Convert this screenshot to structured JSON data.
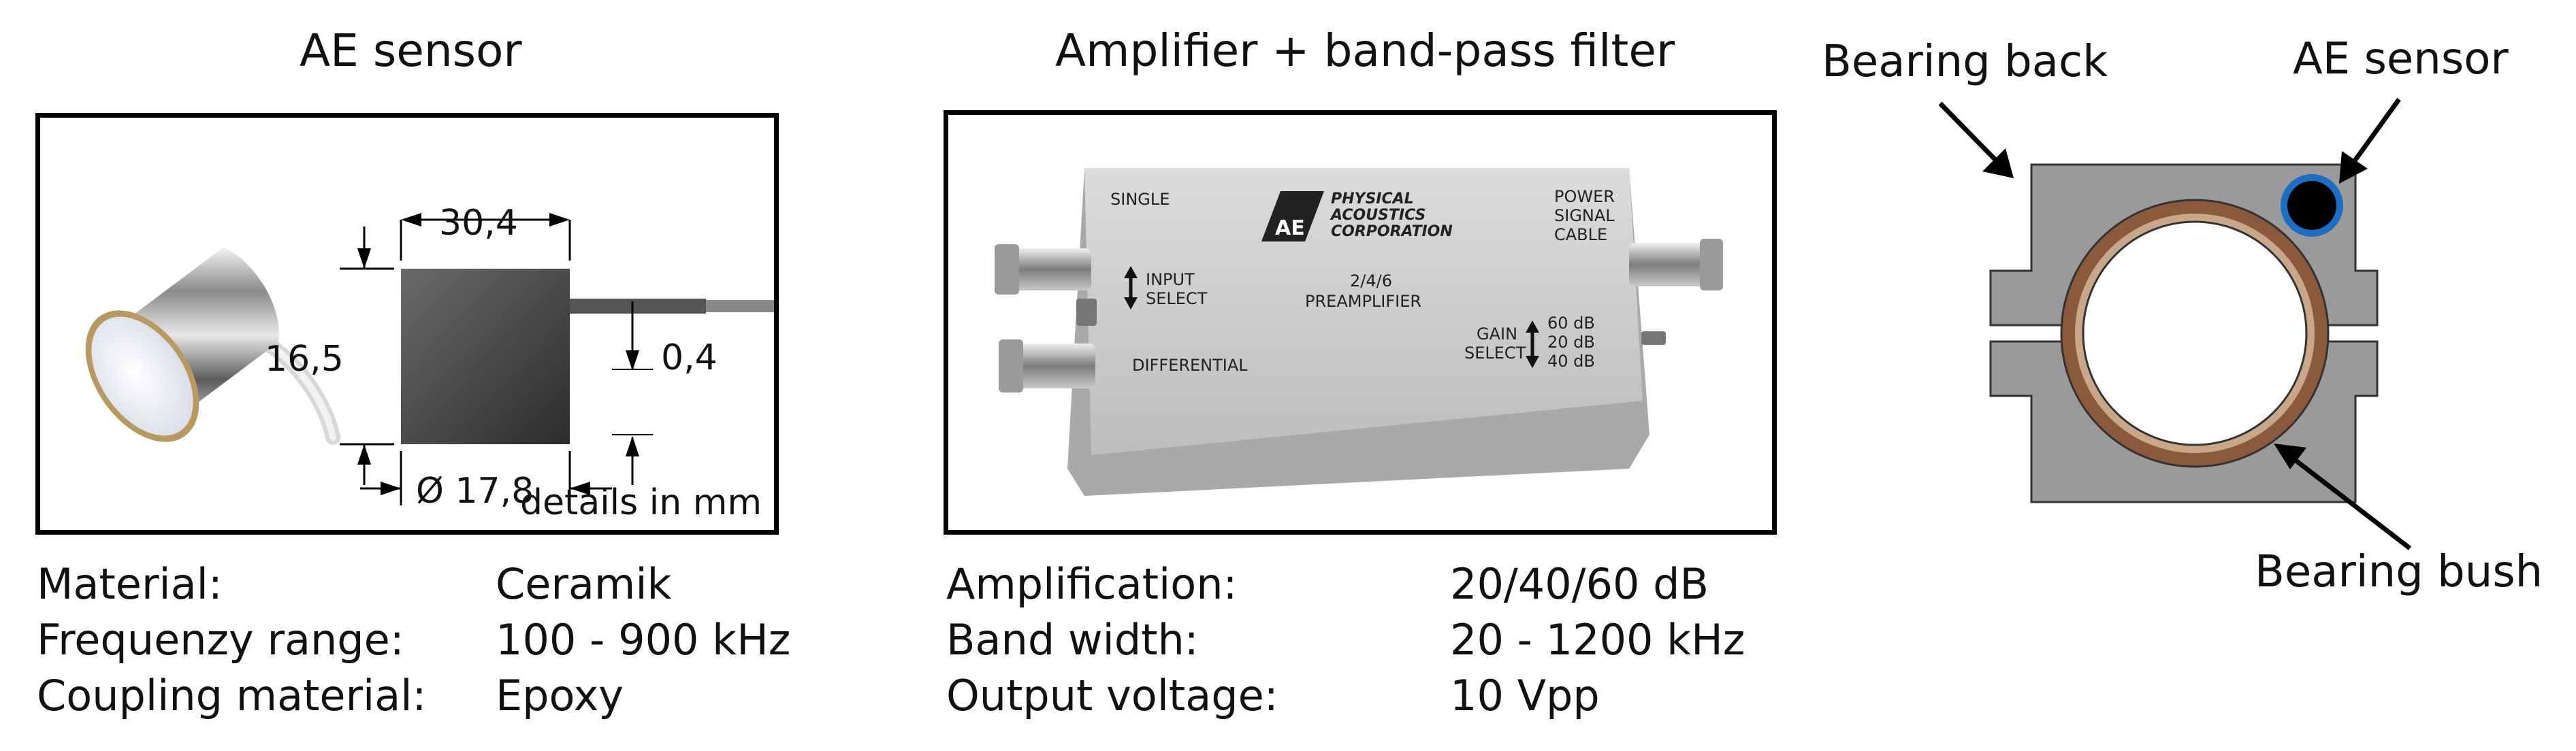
{
  "sensor": {
    "title": "AE sensor",
    "dims": {
      "width": "30,4",
      "height": "16,5",
      "cable": "0,4",
      "diameter": "Ø 17,8"
    },
    "note": "details in mm",
    "specs": [
      {
        "key": "Material:",
        "value": "Ceramik"
      },
      {
        "key": "Frequenzy range:",
        "value": "100 - 900 kHz"
      },
      {
        "key": "Coupling material:",
        "value": "Epoxy"
      }
    ]
  },
  "amplifier": {
    "title": "Amplifier + band-pass filter",
    "device": {
      "single": "SINGLE",
      "brand1": "PHYSICAL",
      "brand2": "ACOUSTICS",
      "brand3": "CORPORATION",
      "power": "POWER",
      "signal": "SIGNAL",
      "cable": "CABLE",
      "input": "INPUT",
      "select": "SELECT",
      "model": "2/4/6",
      "preamp": "PREAMPLIFIER",
      "gain": "GAIN",
      "gain_select": "SELECT",
      "g60": "60 dB",
      "g20": "20 dB",
      "g40": "40 dB",
      "differential": "DIFFERENTIAL"
    },
    "specs": [
      {
        "key": "Amplification:",
        "value": "20/40/60 dB"
      },
      {
        "key": "Band width:",
        "value": "20 - 1200 kHz"
      },
      {
        "key": "Output voltage:",
        "value": "10 Vpp"
      }
    ]
  },
  "bearing": {
    "back_label": "Bearing back",
    "sensor_label": "AE sensor",
    "bush_label": "Bearing bush",
    "colors": {
      "housing": "#9a9a9a",
      "bush": "#8b5a3c",
      "sensor_ring": "#1a6fc4"
    }
  }
}
